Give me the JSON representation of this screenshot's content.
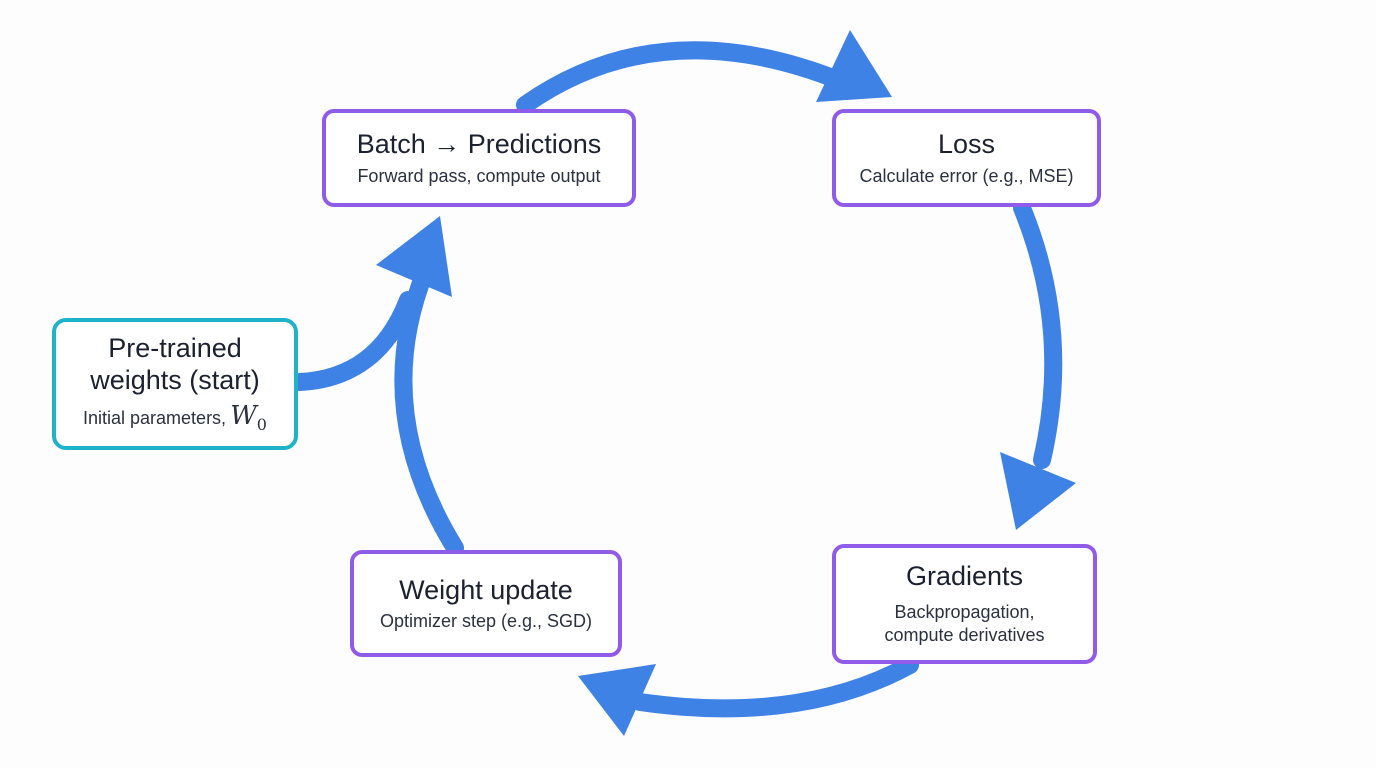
{
  "nodes": {
    "batch": {
      "title": "Batch → Predictions",
      "subtitle": "Forward pass, compute output"
    },
    "loss": {
      "title": "Loss",
      "subtitle": "Calculate error (e.g., MSE)"
    },
    "gradients": {
      "title": "Gradients",
      "subtitle_line1": "Backpropagation,",
      "subtitle_line2": "compute derivatives"
    },
    "update": {
      "title": "Weight update",
      "subtitle": "Optimizer step (e.g., SGD)"
    },
    "start": {
      "title_line1": "Pre-trained",
      "title_line2": "weights (start)",
      "subtitle": "Initial parameters,",
      "math_symbol": "W",
      "math_subscript": "0"
    }
  },
  "colors": {
    "arrow": "#3f82e6",
    "cycle_border": "#8f5be8",
    "start_border": "#1eb3c6"
  },
  "flow": [
    "start",
    "batch",
    "loss",
    "gradients",
    "update",
    "batch"
  ]
}
